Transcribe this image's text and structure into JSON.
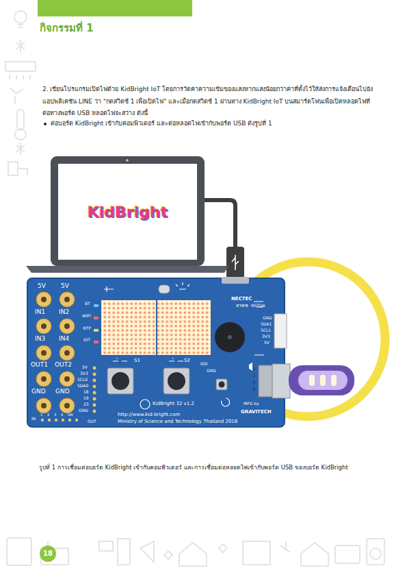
{
  "diagram": {
    "title": "กิจกรรมที่ 1",
    "caption": "รูปที่ 1 การเชื่อมต่อบอร์ด KidBright เข้ากับคอมพิวเตอร์ และการเชื่อมต่อหลอดไฟเข้ากับพอร์ต USB ของบอร์ด KidBright",
    "nodes": [
      {
        "text": [
          "KidBright"
        ]
      }
    ],
    "labels": [
      "2. เขียนโปรแกรมเปิดไฟด้วย KidBright IoT โดยการวัดค่าความเข้มของแสงหากแสงน้อยกว่าค่าที่ตั้งไว้ให้ส่งการแจ้งเตือนไปยังแอปพลิเคชัน LINE ว่า \"กดสวิตช์ 1 เพื่อเปิดไฟ\" และเมื่อกดสวิตช์ 1 ผ่านทาง KidBright IoT บนสมาร์ตโฟนเพื่อเปิดหลอดไฟที่ต่อทางพอร์ต USB หลอดไฟจะสว่าง ดังนี้",
      "ต่อบอร์ด KidBright เข้ากับคอมพิวเตอร์ และต่อหลอดไฟเข้ากับพอร์ต USB ดังรูปที่ 1",
      "5V",
      "5V",
      "IN1",
      "IN2",
      "IN3",
      "IN4",
      "OUT1",
      "OUT2",
      "GND",
      "GND",
      "BT",
      "WIFI",
      "NTP",
      "IOT",
      "5V",
      "3V3",
      "SCL0",
      "SDA0",
      "18",
      "19",
      "23",
      "GND",
      "IN",
      "1",
      "2",
      "3",
      "4",
      "GN",
      "OUT",
      "S1",
      "S2",
      "IO0",
      "GND",
      "NECTEC",
      "สวทช",
      "NSTDA",
      "GND",
      "SDA1",
      "SCL1",
      "3V3",
      "5V",
      "1",
      "2",
      "3",
      "4",
      "KidBright 32 v1.2",
      "http://www.kid-bright.com",
      "Ministry of Science and Technology Thailand 2018",
      "MFG by",
      "GRAVITECH",
      "18"
    ]
  }
}
